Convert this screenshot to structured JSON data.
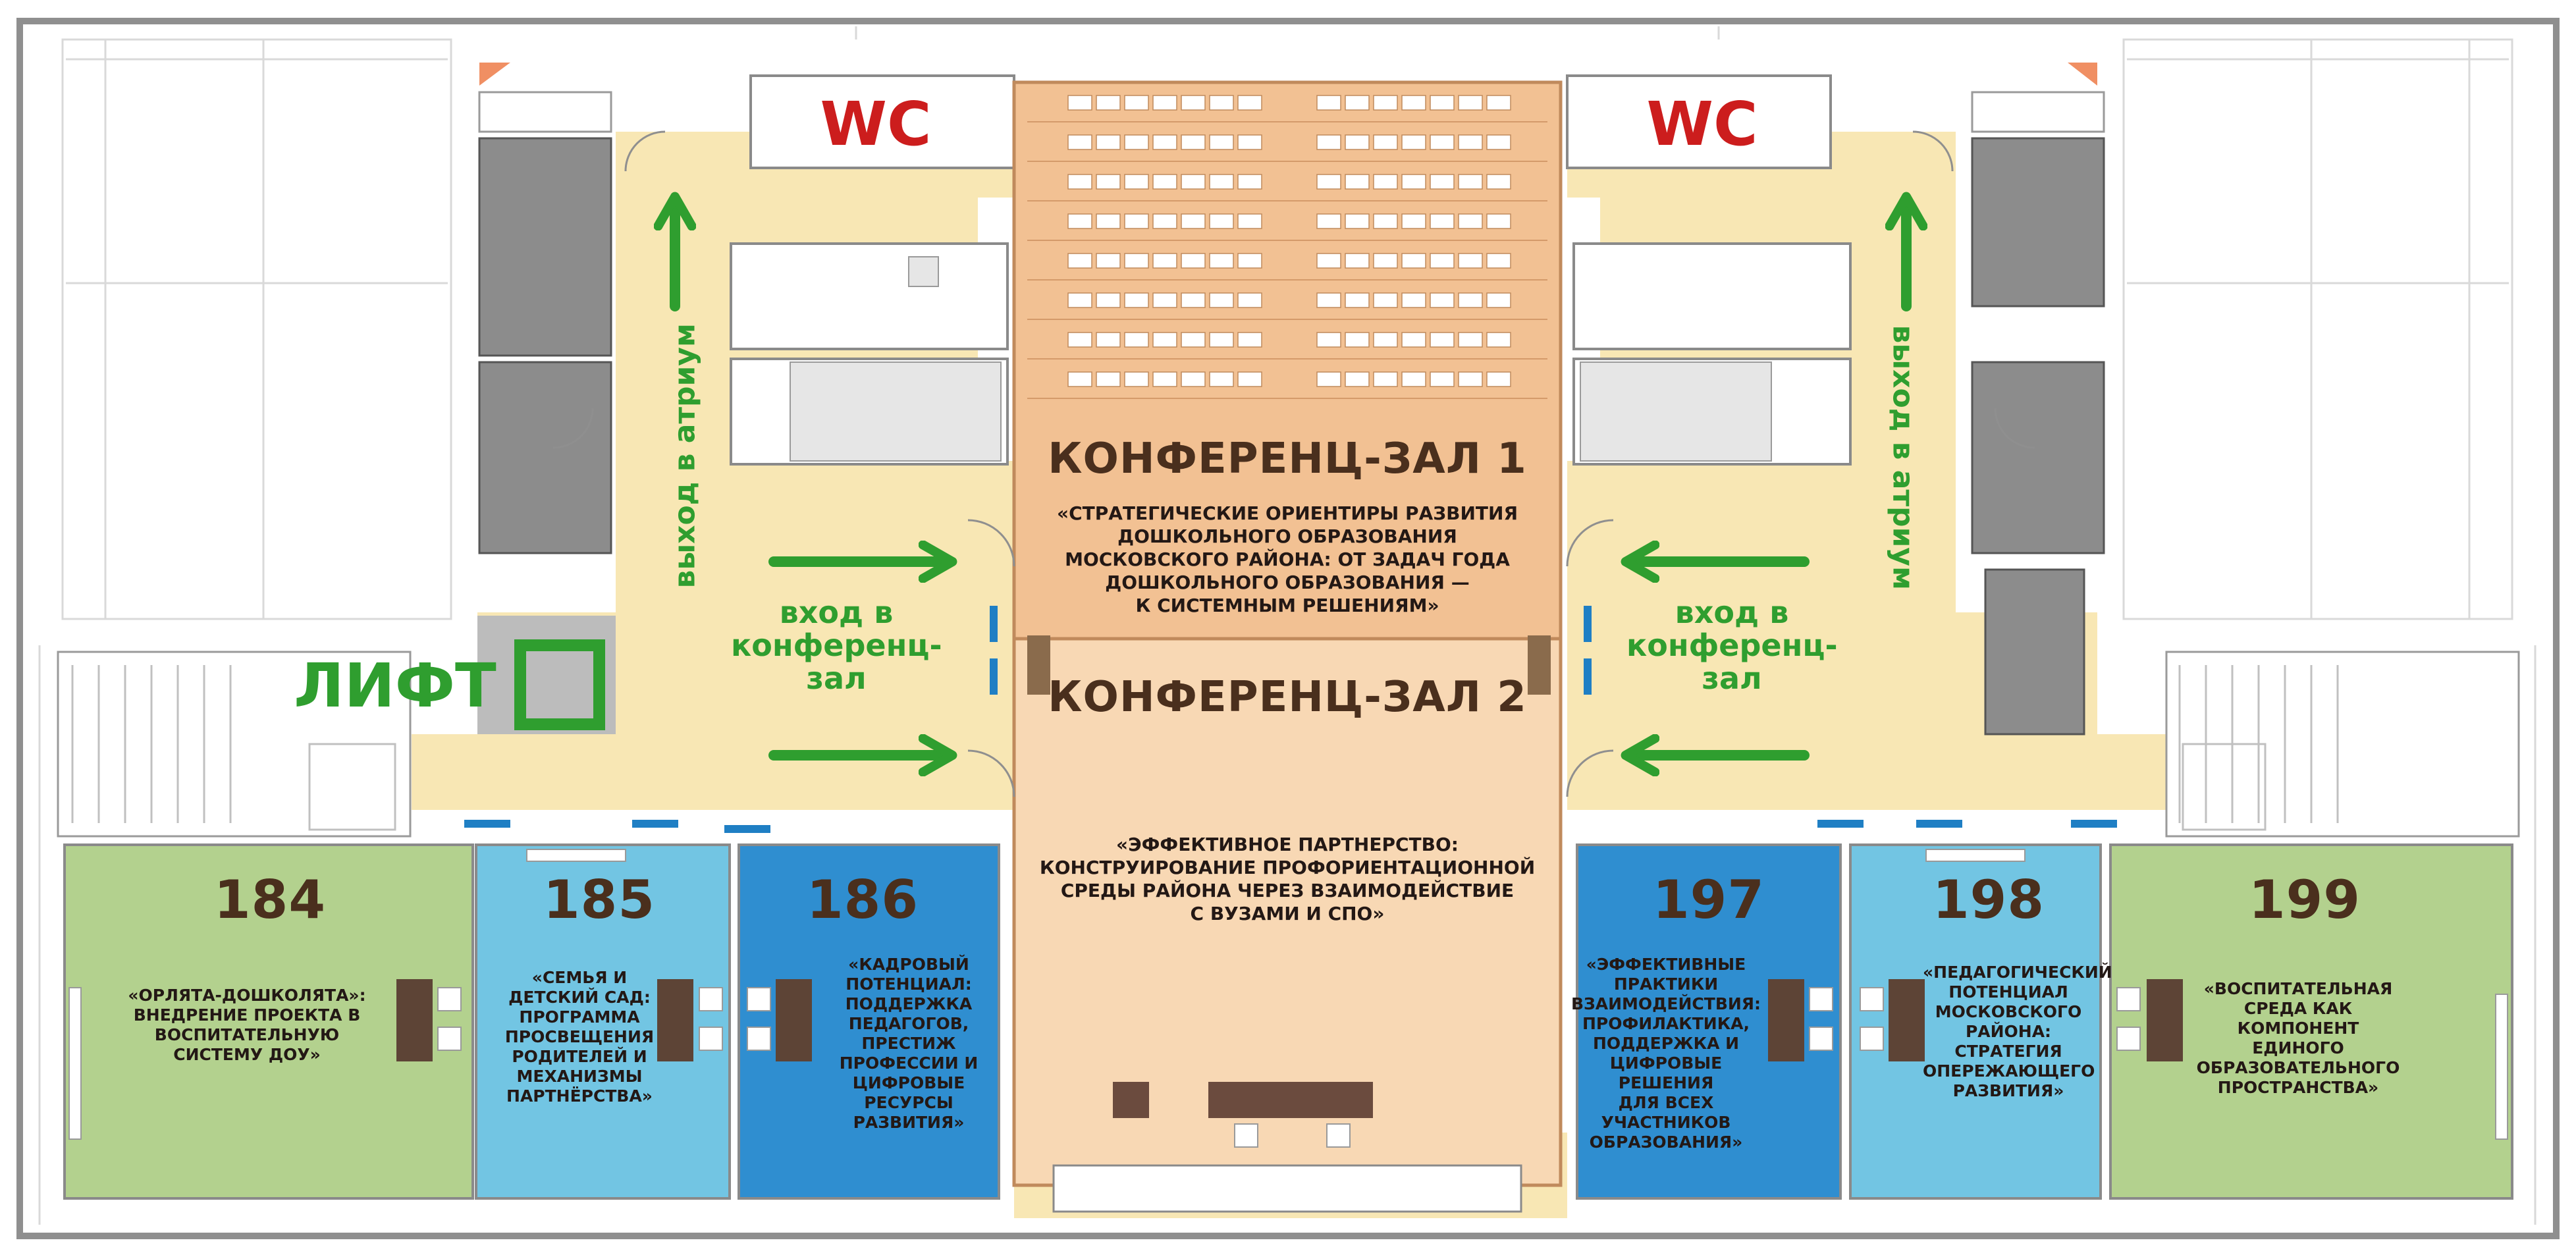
{
  "colors": {
    "corridor": "#f8e7b4",
    "hall1": "#f2c193",
    "hall2": "#f8d8b4",
    "green_room": "#b3d18e",
    "light_blue_room": "#72c5e3",
    "dark_blue_room": "#2f8ed0",
    "wc_text": "#cc1d1d",
    "signage": "#2f9e2f",
    "room_number": "#4a2f1d",
    "furniture": "#5d4436",
    "grey_block": "#8c8c8c",
    "lift_area": "#bcbcbc"
  },
  "wc_labels": [
    "WC",
    "WC"
  ],
  "halls": {
    "hall1": {
      "title": "КОНФЕРЕНЦ-ЗАЛ 1",
      "lines": [
        "«СТРАТЕГИЧЕСКИЕ ОРИЕНТИРЫ РАЗВИТИЯ",
        "ДОШКОЛЬНОГО ОБРАЗОВАНИЯ",
        "МОСКОВСКОГО РАЙОНА: ОТ ЗАДАЧ ГОДА",
        "ДОШКОЛЬНОГО ОБРАЗОВАНИЯ —",
        "К СИСТЕМНЫМ РЕШЕНИЯМ»"
      ]
    },
    "hall2": {
      "title": "КОНФЕРЕНЦ-ЗАЛ 2",
      "lines": [
        "«ЭФФЕКТИВНОЕ ПАРТНЕРСТВО:",
        "КОНСТРУИРОВАНИЕ ПРОФОРИЕНТАЦИОННОЙ",
        "СРЕДЫ РАЙОНА ЧЕРЕЗ ВЗАИМОДЕЙСТВИЕ",
        "С ВУЗАМИ И СПО»"
      ]
    }
  },
  "signage": {
    "exit_atrium": "выход в атриум",
    "entrance": [
      "вход в",
      "конференц-",
      "зал"
    ],
    "lift": "ЛИФТ"
  },
  "rooms": [
    {
      "number": "184",
      "lines": [
        "«ОРЛЯТА-ДОШКОЛЯТА»:",
        "ВНЕДРЕНИЕ ПРОЕКТА В",
        "ВОСПИТАТЕЛЬНУЮ",
        "СИСТЕМУ ДОУ»"
      ]
    },
    {
      "number": "185",
      "lines": [
        "«СЕМЬЯ И",
        "ДЕТСКИЙ САД:",
        "ПРОГРАММА",
        "ПРОСВЕЩЕНИЯ",
        "РОДИТЕЛЕЙ И",
        "МЕХАНИЗМЫ",
        "ПАРТНЁРСТВА»"
      ]
    },
    {
      "number": "186",
      "lines": [
        "«КАДРОВЫЙ",
        "ПОТЕНЦИАЛ:",
        "ПОДДЕРЖКА",
        "ПЕДАГОГОВ,",
        "ПРЕСТИЖ",
        "ПРОФЕССИИ И",
        "ЦИФРОВЫЕ",
        "РЕСУРСЫ",
        "РАЗВИТИЯ»"
      ]
    },
    {
      "number": "197",
      "lines": [
        "«ЭФФЕКТИВНЫЕ",
        "ПРАКТИКИ",
        "ВЗАИМОДЕЙСТВИЯ:",
        "ПРОФИЛАКТИКА,",
        "ПОДДЕРЖКА И",
        "ЦИФРОВЫЕ РЕШЕНИЯ",
        "ДЛЯ ВСЕХ УЧАСТНИКОВ",
        "ОБРАЗОВАНИЯ»"
      ]
    },
    {
      "number": "198",
      "lines": [
        "«ПЕДАГОГИЧЕСКИЙ",
        "ПОТЕНЦИАЛ",
        "МОСКОВСКОГО",
        "РАЙОНА:",
        "СТРАТЕГИЯ",
        "ОПЕРЕЖАЮЩЕГО",
        "РАЗВИТИЯ»"
      ]
    },
    {
      "number": "199",
      "lines": [
        "«ВОСПИТАТЕЛЬНАЯ",
        "СРЕДА КАК",
        "КОМПОНЕНТ ЕДИНОГО",
        "ОБРАЗОВАТЕЛЬНОГО",
        "ПРОСТРАНСТВА»"
      ]
    }
  ]
}
